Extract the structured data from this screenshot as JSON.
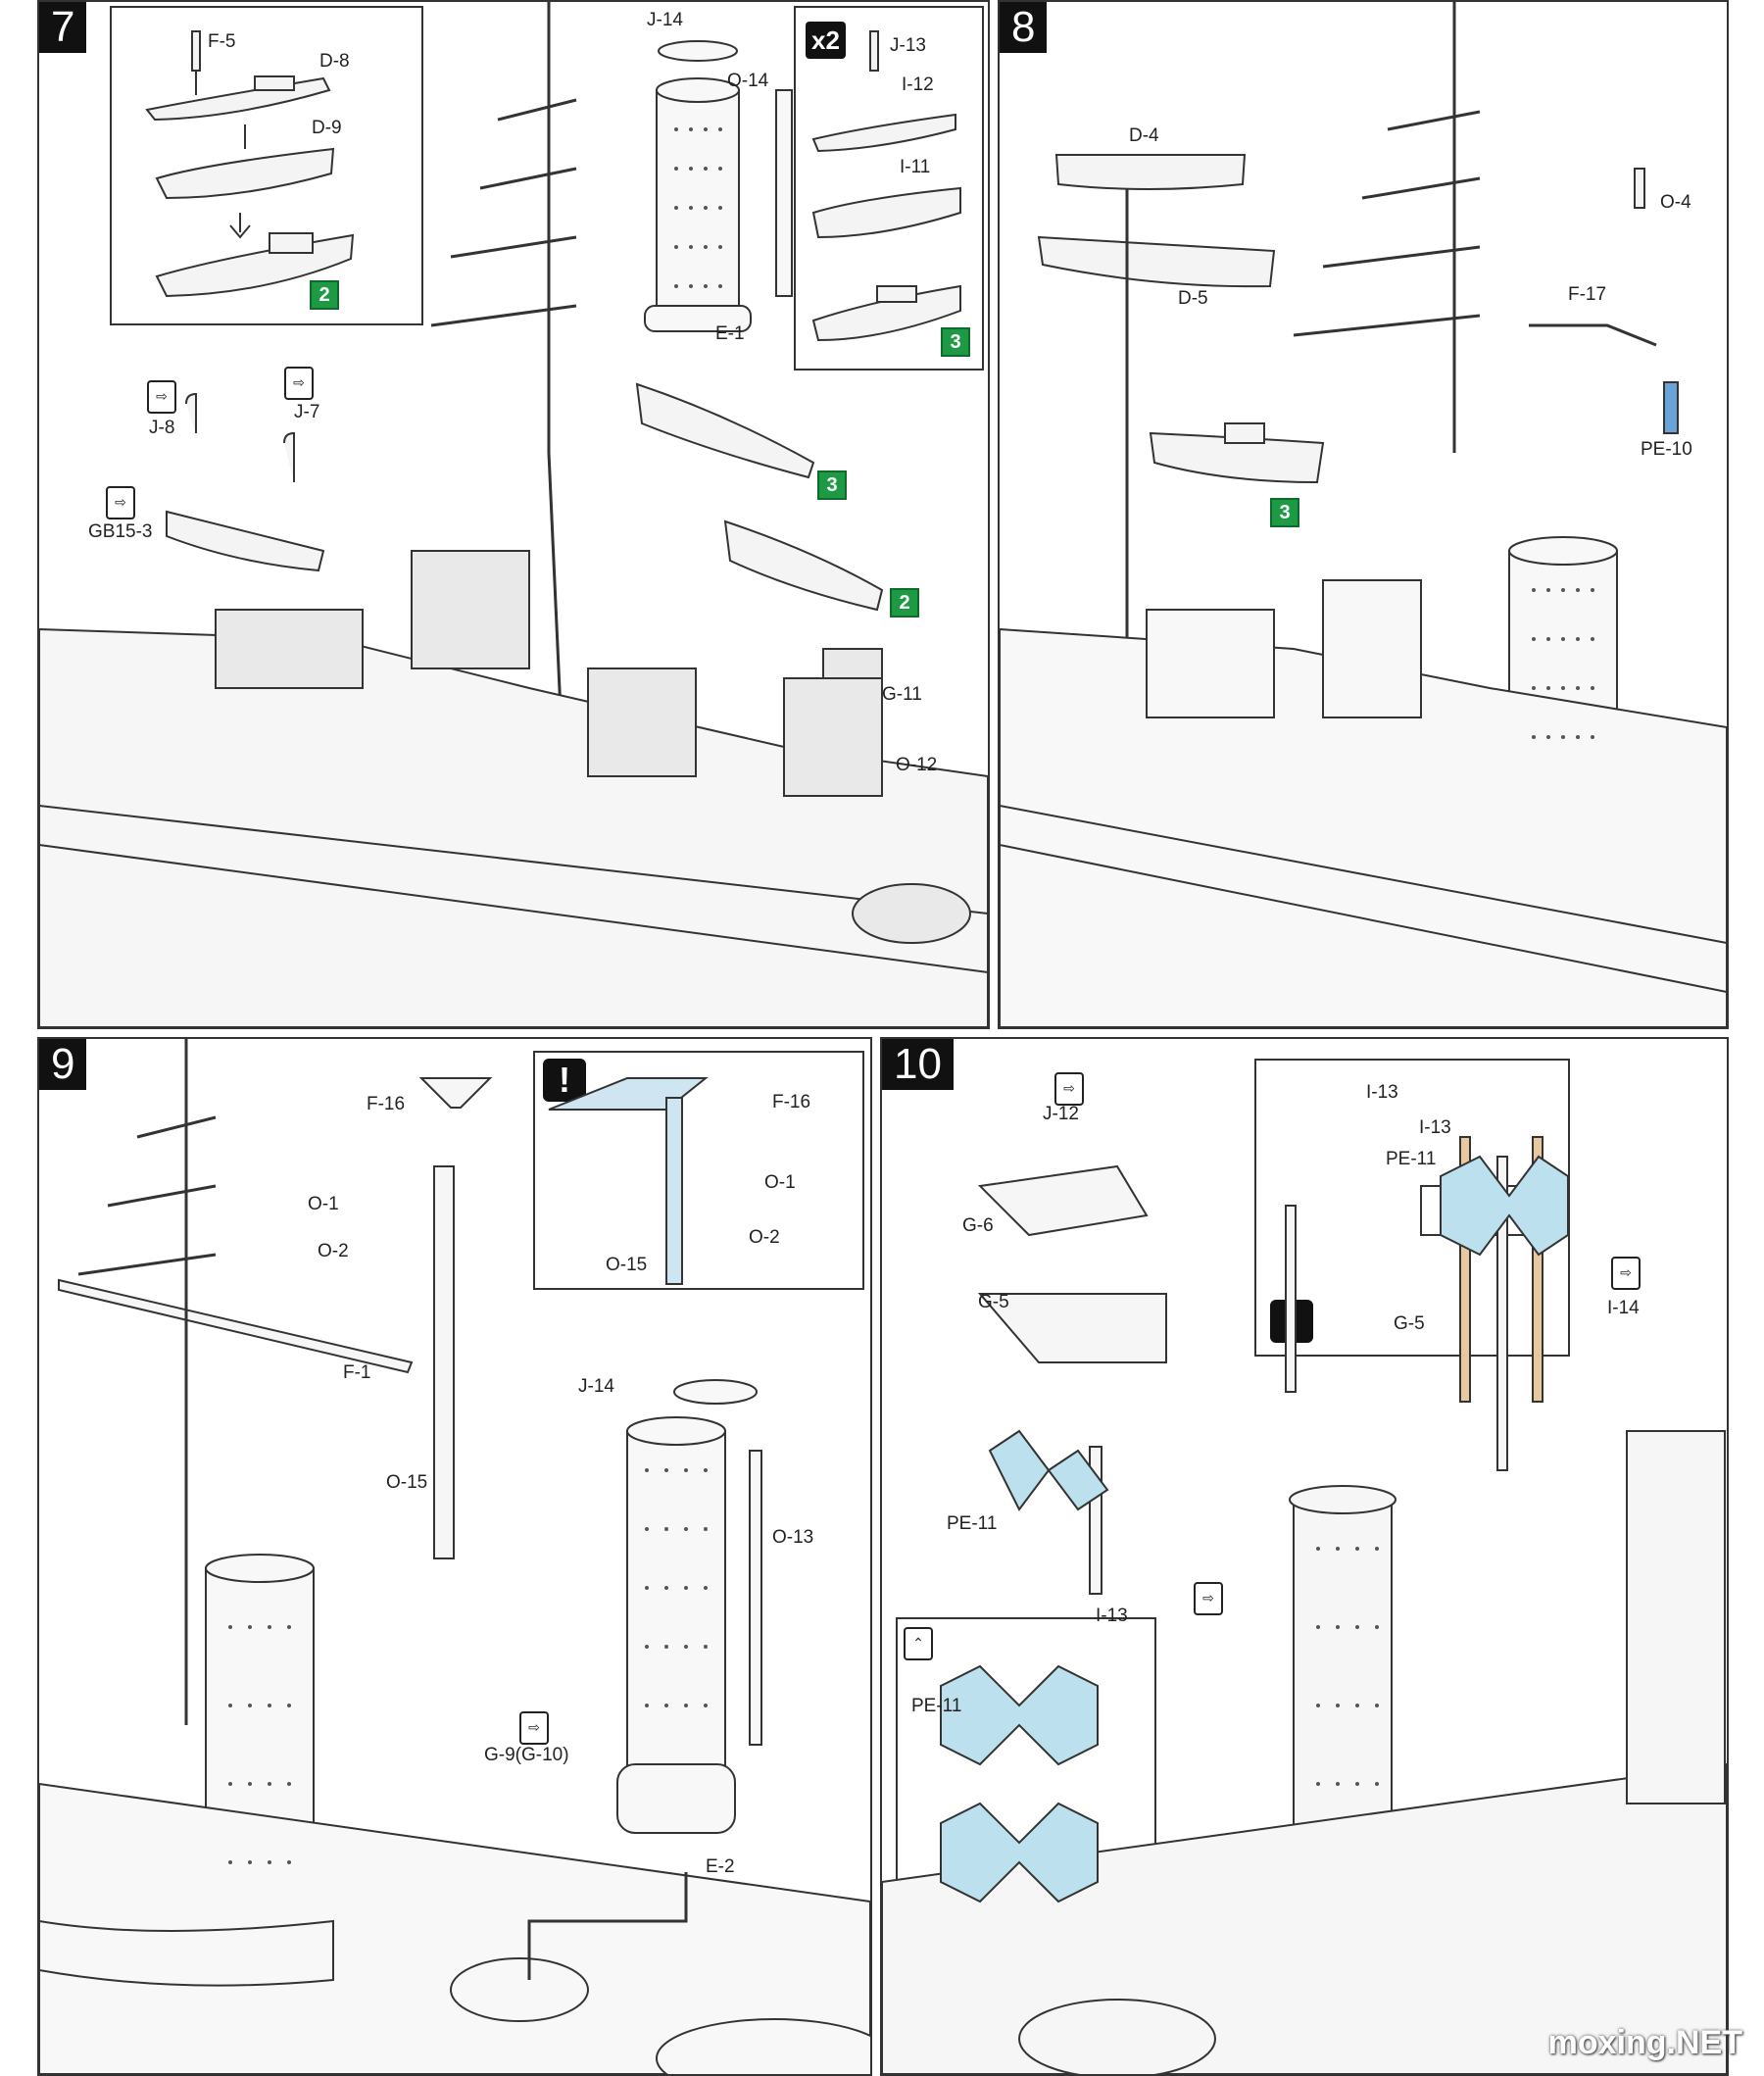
{
  "steps": [
    {
      "number": "7",
      "labels": [
        "F-5",
        "D-8",
        "D-9",
        "J-14",
        "O-14",
        "E-1",
        "J-13",
        "I-12",
        "I-11",
        "J-8",
        "J-7",
        "GB15-3",
        "G-11",
        "O-12"
      ],
      "badges": [
        "2",
        "3",
        "3",
        "2",
        "3"
      ],
      "multiplier": "x2"
    },
    {
      "number": "8",
      "labels": [
        "D-4",
        "D-5",
        "O-4",
        "F-17",
        "PE-10"
      ],
      "badges": [
        "3"
      ]
    },
    {
      "number": "9",
      "labels": [
        "F-16",
        "O-1",
        "O-2",
        "F-1",
        "O-15",
        "F-16",
        "O-1",
        "O-2",
        "O-15",
        "J-14",
        "O-13",
        "G-9(G-10)",
        "E-2"
      ],
      "notice": "!"
    },
    {
      "number": "10",
      "labels": [
        "J-12",
        "G-6",
        "G-5",
        "PE-11",
        "I-13",
        "I-13",
        "I-13",
        "PE-11",
        "G-5",
        "I-14",
        "PE-11"
      ],
      "notice": "!"
    }
  ],
  "watermark": "moxing.NET",
  "icons": [
    "cut-icon",
    "notice-icon",
    "flip-icon",
    "ship-outline-icon",
    "lifeboat-icon",
    "funnel-icon",
    "mast-icon",
    "crane-icon"
  ]
}
